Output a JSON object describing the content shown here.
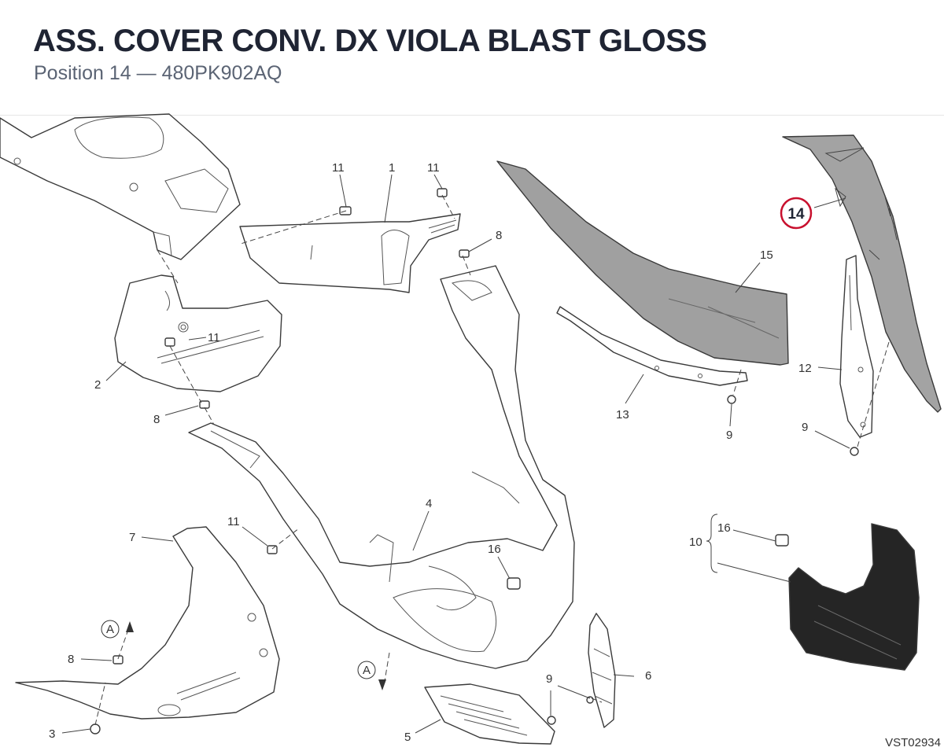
{
  "header": {
    "title": "ASS. COVER CONV. DX VIOLA BLAST GLOSS",
    "subtitle": "Position 14 — 480PK902AQ"
  },
  "diagram": {
    "drawing_code": "VST02934",
    "highlight_color": "#c8102e",
    "highlighted_part": "14",
    "callouts": [
      {
        "id": "c1",
        "text": "1"
      },
      {
        "id": "c11a",
        "text": "11"
      },
      {
        "id": "c11b",
        "text": "11"
      },
      {
        "id": "c11c",
        "text": "11"
      },
      {
        "id": "c11d",
        "text": "11"
      },
      {
        "id": "c8a",
        "text": "8"
      },
      {
        "id": "c8b",
        "text": "8"
      },
      {
        "id": "c8c",
        "text": "8"
      },
      {
        "id": "c2",
        "text": "2"
      },
      {
        "id": "c15",
        "text": "15"
      },
      {
        "id": "c13",
        "text": "13"
      },
      {
        "id": "c9a",
        "text": "9"
      },
      {
        "id": "c9b",
        "text": "9"
      },
      {
        "id": "c9c",
        "text": "9"
      },
      {
        "id": "c12",
        "text": "12"
      },
      {
        "id": "c4",
        "text": "4"
      },
      {
        "id": "c16a",
        "text": "16"
      },
      {
        "id": "c16b",
        "text": "16"
      },
      {
        "id": "c10",
        "text": "10"
      },
      {
        "id": "c7",
        "text": "7"
      },
      {
        "id": "c6",
        "text": "6"
      },
      {
        "id": "c5",
        "text": "5"
      },
      {
        "id": "c3",
        "text": "3"
      },
      {
        "id": "cA1",
        "text": "A"
      },
      {
        "id": "cA2",
        "text": "A"
      }
    ]
  }
}
